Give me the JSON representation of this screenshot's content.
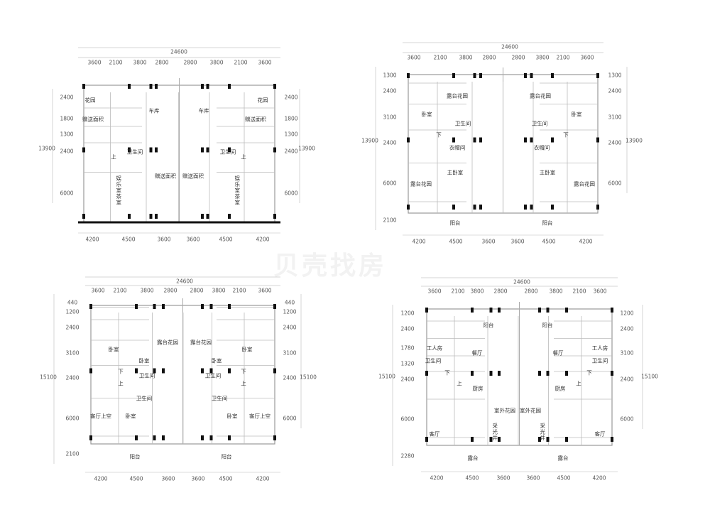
{
  "watermark": "贝壳找房",
  "plans": {
    "a": {
      "total_top": "24600",
      "top_dims": [
        "3600",
        "2100",
        "3800",
        "2800",
        "2800",
        "3800",
        "2100",
        "3600"
      ],
      "left_dims": [
        "2400",
        "1800",
        "1300",
        "2400",
        "6000"
      ],
      "left_total": "13900",
      "right_dims": [
        "2400",
        "1800",
        "1300",
        "2400",
        "6000"
      ],
      "right_total": "13900",
      "bottom_dims": [
        "4200",
        "4500",
        "3600",
        "3600",
        "4500",
        "4200"
      ],
      "rooms": [
        "花园",
        "花园",
        "赠送面积",
        "赠送面积",
        "车库",
        "车库",
        "卫生间",
        "卫生间",
        "上",
        "上",
        "赠送面积",
        "赠送面积",
        "娱乐室茶室",
        "娱乐室茶室"
      ]
    },
    "b": {
      "total_top": "24600",
      "top_dims": [
        "3600",
        "2100",
        "3800",
        "2800",
        "2800",
        "3800",
        "2100",
        "3600"
      ],
      "left_dims": [
        "1300",
        "2400",
        "3100",
        "2400",
        "6000",
        "2100"
      ],
      "left_total": "13900",
      "right_dims": [
        "1300",
        "2400",
        "3100",
        "2400",
        "6000"
      ],
      "right_total": "13900",
      "bottom_dims": [
        "4200",
        "4500",
        "3600",
        "3600",
        "4500",
        "4200"
      ],
      "rooms": [
        "露台花园",
        "露台花园",
        "卧室",
        "卧室",
        "卫生间",
        "卫生间",
        "下",
        "下",
        "衣帽间",
        "衣帽间",
        "主卧室",
        "主卧室",
        "露台花园",
        "露台花园",
        "阳台",
        "阳台"
      ]
    },
    "c": {
      "total_top": "24600",
      "top_dims": [
        "3600",
        "2100",
        "3800",
        "2800",
        "2800",
        "3800",
        "2100",
        "3600"
      ],
      "left_dims": [
        "440",
        "1200",
        "2400",
        "3100",
        "2400",
        "6000",
        "2100"
      ],
      "left_total": "15100",
      "right_dims": [
        "440",
        "1200",
        "2400",
        "3100",
        "2400",
        "6000"
      ],
      "right_total": "15100",
      "bottom_dims": [
        "4200",
        "4500",
        "3600",
        "3600",
        "4500",
        "4200"
      ],
      "rooms": [
        "卧室",
        "卧室",
        "卧室",
        "卧室",
        "露台花园",
        "露台花园",
        "下",
        "下",
        "卫生间",
        "卫生间",
        "上",
        "上",
        "卫生间",
        "卫生间",
        "客厅上空",
        "客厅上空",
        "卧室",
        "卧室",
        "阳台",
        "阳台"
      ]
    },
    "d": {
      "total_top": "24600",
      "top_dims": [
        "3600",
        "2100",
        "3800",
        "2800",
        "2800",
        "3800",
        "2100",
        "3600"
      ],
      "left_dims": [
        "1200",
        "2400",
        "1780",
        "1320",
        "2400",
        "6000",
        "2280"
      ],
      "left_total": "15100",
      "right_dims": [
        "1200",
        "2400",
        "3100",
        "2400",
        "6000"
      ],
      "right_total": "15100",
      "bottom_dims": [
        "4200",
        "4500",
        "3600",
        "3600",
        "4500",
        "4200"
      ],
      "rooms": [
        "阳台",
        "阳台",
        "工人房",
        "工人房",
        "餐厅",
        "餐厅",
        "卫生间",
        "卫生间",
        "下",
        "下",
        "上",
        "上",
        "厨房",
        "厨房",
        "室外花园",
        "室外花园",
        "采光井",
        "采光井",
        "客厅",
        "客厅",
        "露台",
        "露台"
      ]
    }
  }
}
